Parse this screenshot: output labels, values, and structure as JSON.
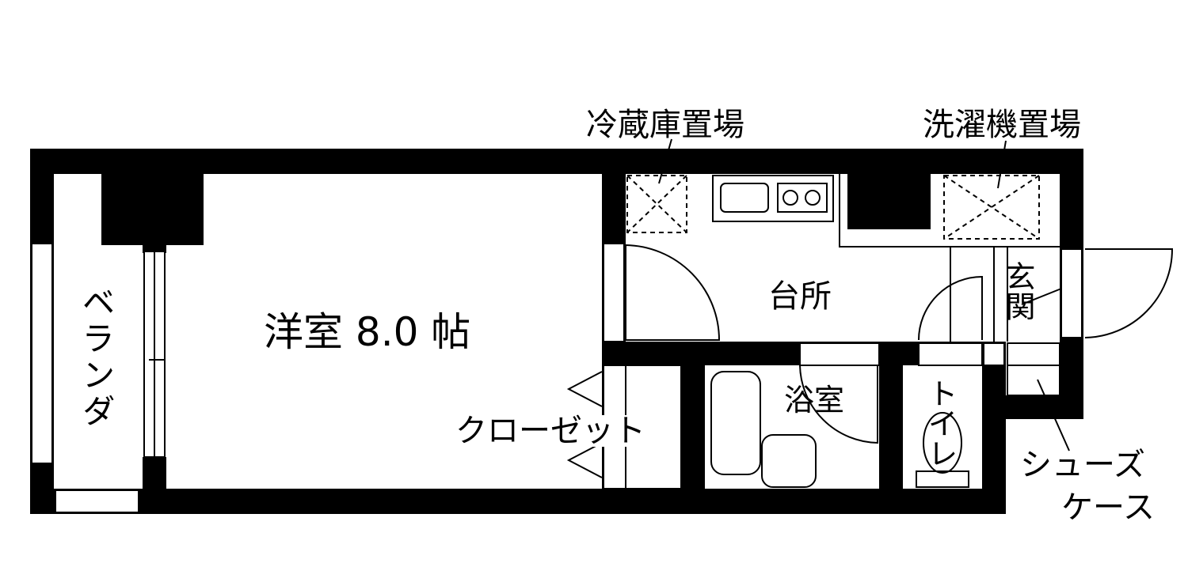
{
  "labels": {
    "fridge_space": "冷蔵庫置場",
    "washer_space": "洗濯機置場",
    "balcony": "ベランダ",
    "western_room": "洋室 8.0 帖",
    "kitchen": "台所",
    "entrance": "玄関",
    "bathroom": "浴室",
    "closet": "クローゼット",
    "toilet": "トイレ",
    "shoe_case_line1": "シューズ",
    "shoe_case_line2": "ケース"
  },
  "colors": {
    "wall": "#000000",
    "background": "#ffffff"
  }
}
